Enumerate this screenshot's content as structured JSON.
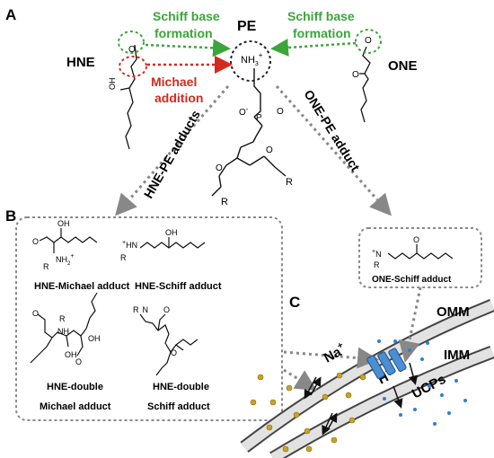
{
  "panels": {
    "a": "A",
    "b": "B",
    "c": "C"
  },
  "center": {
    "pe": "PE",
    "nh3": "NH",
    "nh3_sup": "+",
    "nh3_sub": "3"
  },
  "left": {
    "hne": "HNE",
    "schiff_line1": "Schiff base",
    "schiff_line2": "formation",
    "michael_line1": "Michael",
    "michael_line2": "addition",
    "oh": "OH",
    "o": "O"
  },
  "right": {
    "one": "ONE",
    "schiff_line1": "Schiff base",
    "schiff_line2": "formation",
    "o1": "O",
    "o2": "O"
  },
  "branches": {
    "hne_pe": "HNE-PE adducts",
    "one_pe": "ONE-PE adduct"
  },
  "pe_chain": {
    "o_minus": "O",
    "minus": "-",
    "p": "P",
    "o_eq": "O",
    "r1": "R",
    "r2": "R",
    "o": "O"
  },
  "adducts_b": {
    "hne_michael": "HNE-Michael adduct",
    "hne_schiff": "HNE-Schiff adduct",
    "hne_double_michael_1": "HNE-double",
    "hne_double_michael_2": "Michael adduct",
    "hne_double_schiff_1": "HNE-double",
    "hne_double_schiff_2": "Schiff adduct",
    "r": "R",
    "oh": "OH",
    "nh2": "NH",
    "nh": "NH",
    "hn": "HN",
    "n": "N",
    "o": "O",
    "plus": "+"
  },
  "adduct_one": {
    "label": "ONE-Schiff adduct",
    "r": "R",
    "n": "N",
    "o": "O",
    "plus": "+"
  },
  "membrane": {
    "omm": "OMM",
    "imm": "IMM",
    "na": "Na",
    "plus": "+",
    "h": "H",
    "ucps": "UCPs"
  },
  "colors": {
    "green": "#3aa53a",
    "red": "#d32a1e",
    "dots_gold": "#c9a227",
    "dots_blue": "#2d7fd6",
    "protein": "#4a8fd4"
  }
}
